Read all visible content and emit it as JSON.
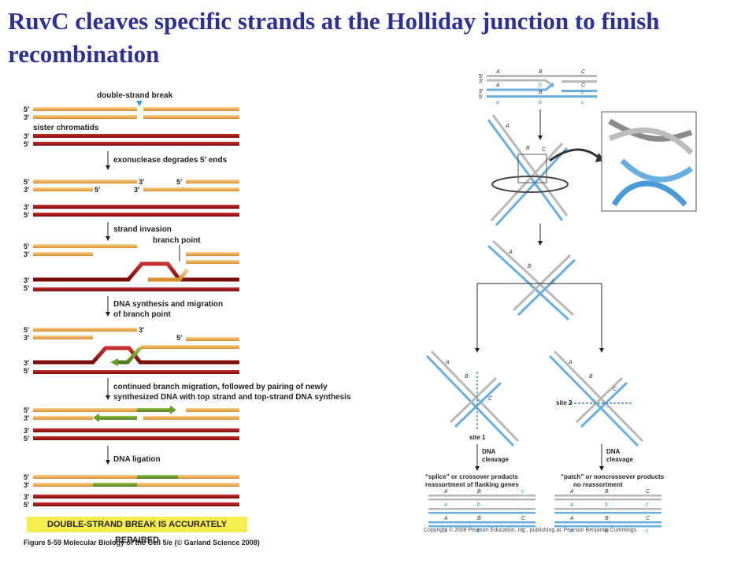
{
  "title": "RuvC cleaves specific strands at the Holliday junction to finish recombination",
  "left": {
    "steps": {
      "dsb": "double-strand break",
      "sister": "sister chromatids",
      "exo": "exonuclease degrades 5′ ends",
      "invasion": "strand invasion",
      "branch": "branch point",
      "synth1": "DNA synthesis and migration",
      "synth2": "of branch point",
      "cont1": "continued branch migration, followed by pairing of newly",
      "cont2": "synthesized DNA with top strand and top-strand DNA synthesis",
      "ligation": "DNA ligation"
    },
    "ends": {
      "five": "5′",
      "three": "3′"
    },
    "repaired": "DOUBLE-STRAND BREAK IS ACCURATELY REPAIRED",
    "caption": "Figure 5-59 Molecular Biology of the Cell 5/e (© Garland Science 2008)"
  },
  "right": {
    "labels": {
      "A": "A",
      "B": "B",
      "C": "C",
      "a": "a",
      "b": "b",
      "c": "c"
    },
    "ends": {
      "five": "5′",
      "three": "3′"
    },
    "site1": "site 1",
    "site2": "site 2",
    "dna": "DNA",
    "cleavage": "cleavage",
    "splice1": "“splice” or crossover products",
    "splice2": "reassortment of flanking genes",
    "patch1": "“patch” or noncrossover products",
    "patch2": "no reassortment",
    "copyright": "Copyright © 2008 Pearson Education, Inc., publishing as Pearson Benjamin Cummings."
  },
  "colors": {
    "title": "#2e3192",
    "orange": "#e8a040",
    "red": "#a01818",
    "green": "#6a9a2a",
    "blue": "#6aaee0",
    "gray": "#b8b8b8",
    "highlight": "#f6ee4e"
  }
}
